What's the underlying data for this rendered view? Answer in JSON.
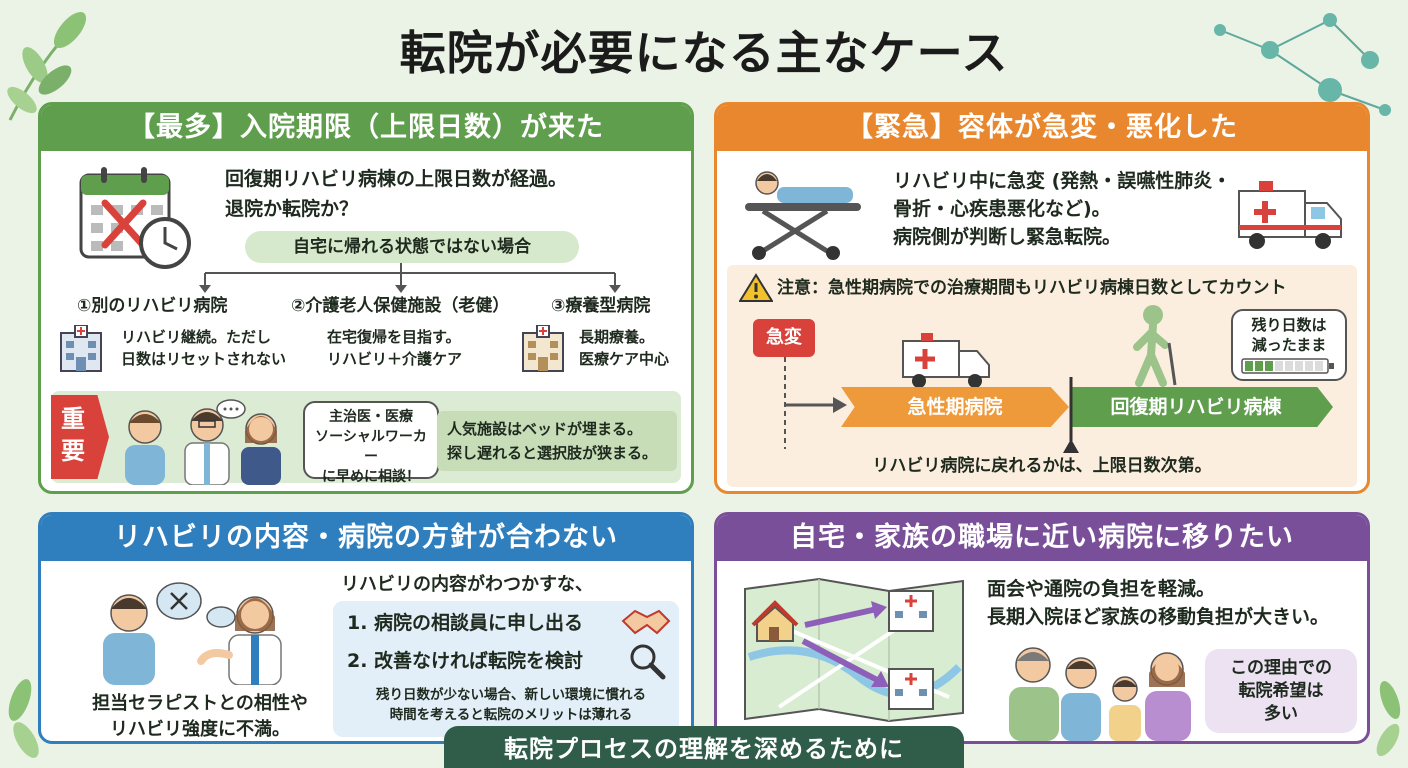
{
  "title": "転院が必要になる主なケース",
  "cards": {
    "limit": {
      "header": "【最多】入院期限（上限日数）が来た",
      "intro_line1": "回復期リハビリ病棟の上限日数が経過。",
      "intro_line2": "退院か転院か？",
      "condition": "自宅に帰れる状態ではない場合",
      "options": [
        {
          "title": "①別のリハビリ病院",
          "line1": "リハビリ継続。ただし",
          "line2": "日数はリセットされない"
        },
        {
          "title": "②介護老人保健施設（老健）",
          "line1": "在宅復帰を目指す。",
          "line2": "リハビリ＋介護ケア"
        },
        {
          "title": "③療養型病院",
          "line1": "長期療養。",
          "line2": "医療ケア中心"
        }
      ],
      "important_label": "重要",
      "consult_line1": "主治医・医療",
      "consult_line2": "ソーシャルワーカー",
      "consult_line3": "に早めに相談！",
      "note_line1": "人気施設はベッドが埋まる。",
      "note_line2": "探し遅れると選択肢が狭まる。"
    },
    "emergency": {
      "header": "【緊急】容体が急変・悪化した",
      "line1": "リハビリ中に急変 (発熱・誤嚥性肺炎・",
      "line2": "骨折・心疾患悪化など)。",
      "line3": "病院側が判断し緊急転院。",
      "warning": "注意：急性期病院での治療期間もリハビリ病棟日数としてカウント",
      "tag": "急変",
      "acute": "急性期病院",
      "recovery": "回復期リハビリ病棟",
      "remain_line1": "残り日数は",
      "remain_line2": "減ったまま",
      "footer": "リハビリ病院に戻れるかは、上限日数次第。"
    },
    "mismatch": {
      "header": "リハビリの内容・病院の方針が合わない",
      "intro": "リハビリの内容がわつかすな、",
      "step1": "1. 病院の相談員に申し出る",
      "step2": "2. 改善なければ転院を検討",
      "note_line1": "残り日数が少ない場合、新しい環境に慣れる",
      "note_line2": "時間を考えると転院のメリットは薄れる",
      "caption_line1": "担当セラピストとの相性や",
      "caption_line2": "リハビリ強度に不満。"
    },
    "nearby": {
      "header": "自宅・家族の職場に近い病院に移りたい",
      "line1": "面会や通院の負担を軽減。",
      "line2": "長期入院ほど家族の移動負担が大きい。",
      "bubble_line1": "この理由での",
      "bubble_line2": "転院希望は",
      "bubble_line3": "多い"
    }
  },
  "footer": "転院プロセスの理解を深めるために",
  "colors": {
    "green": "#5f9e4c",
    "orange": "#e8872e",
    "blue": "#2f7fbf",
    "purple": "#7a4f9a",
    "red": "#d9423a",
    "footer": "#2f5d4a"
  }
}
